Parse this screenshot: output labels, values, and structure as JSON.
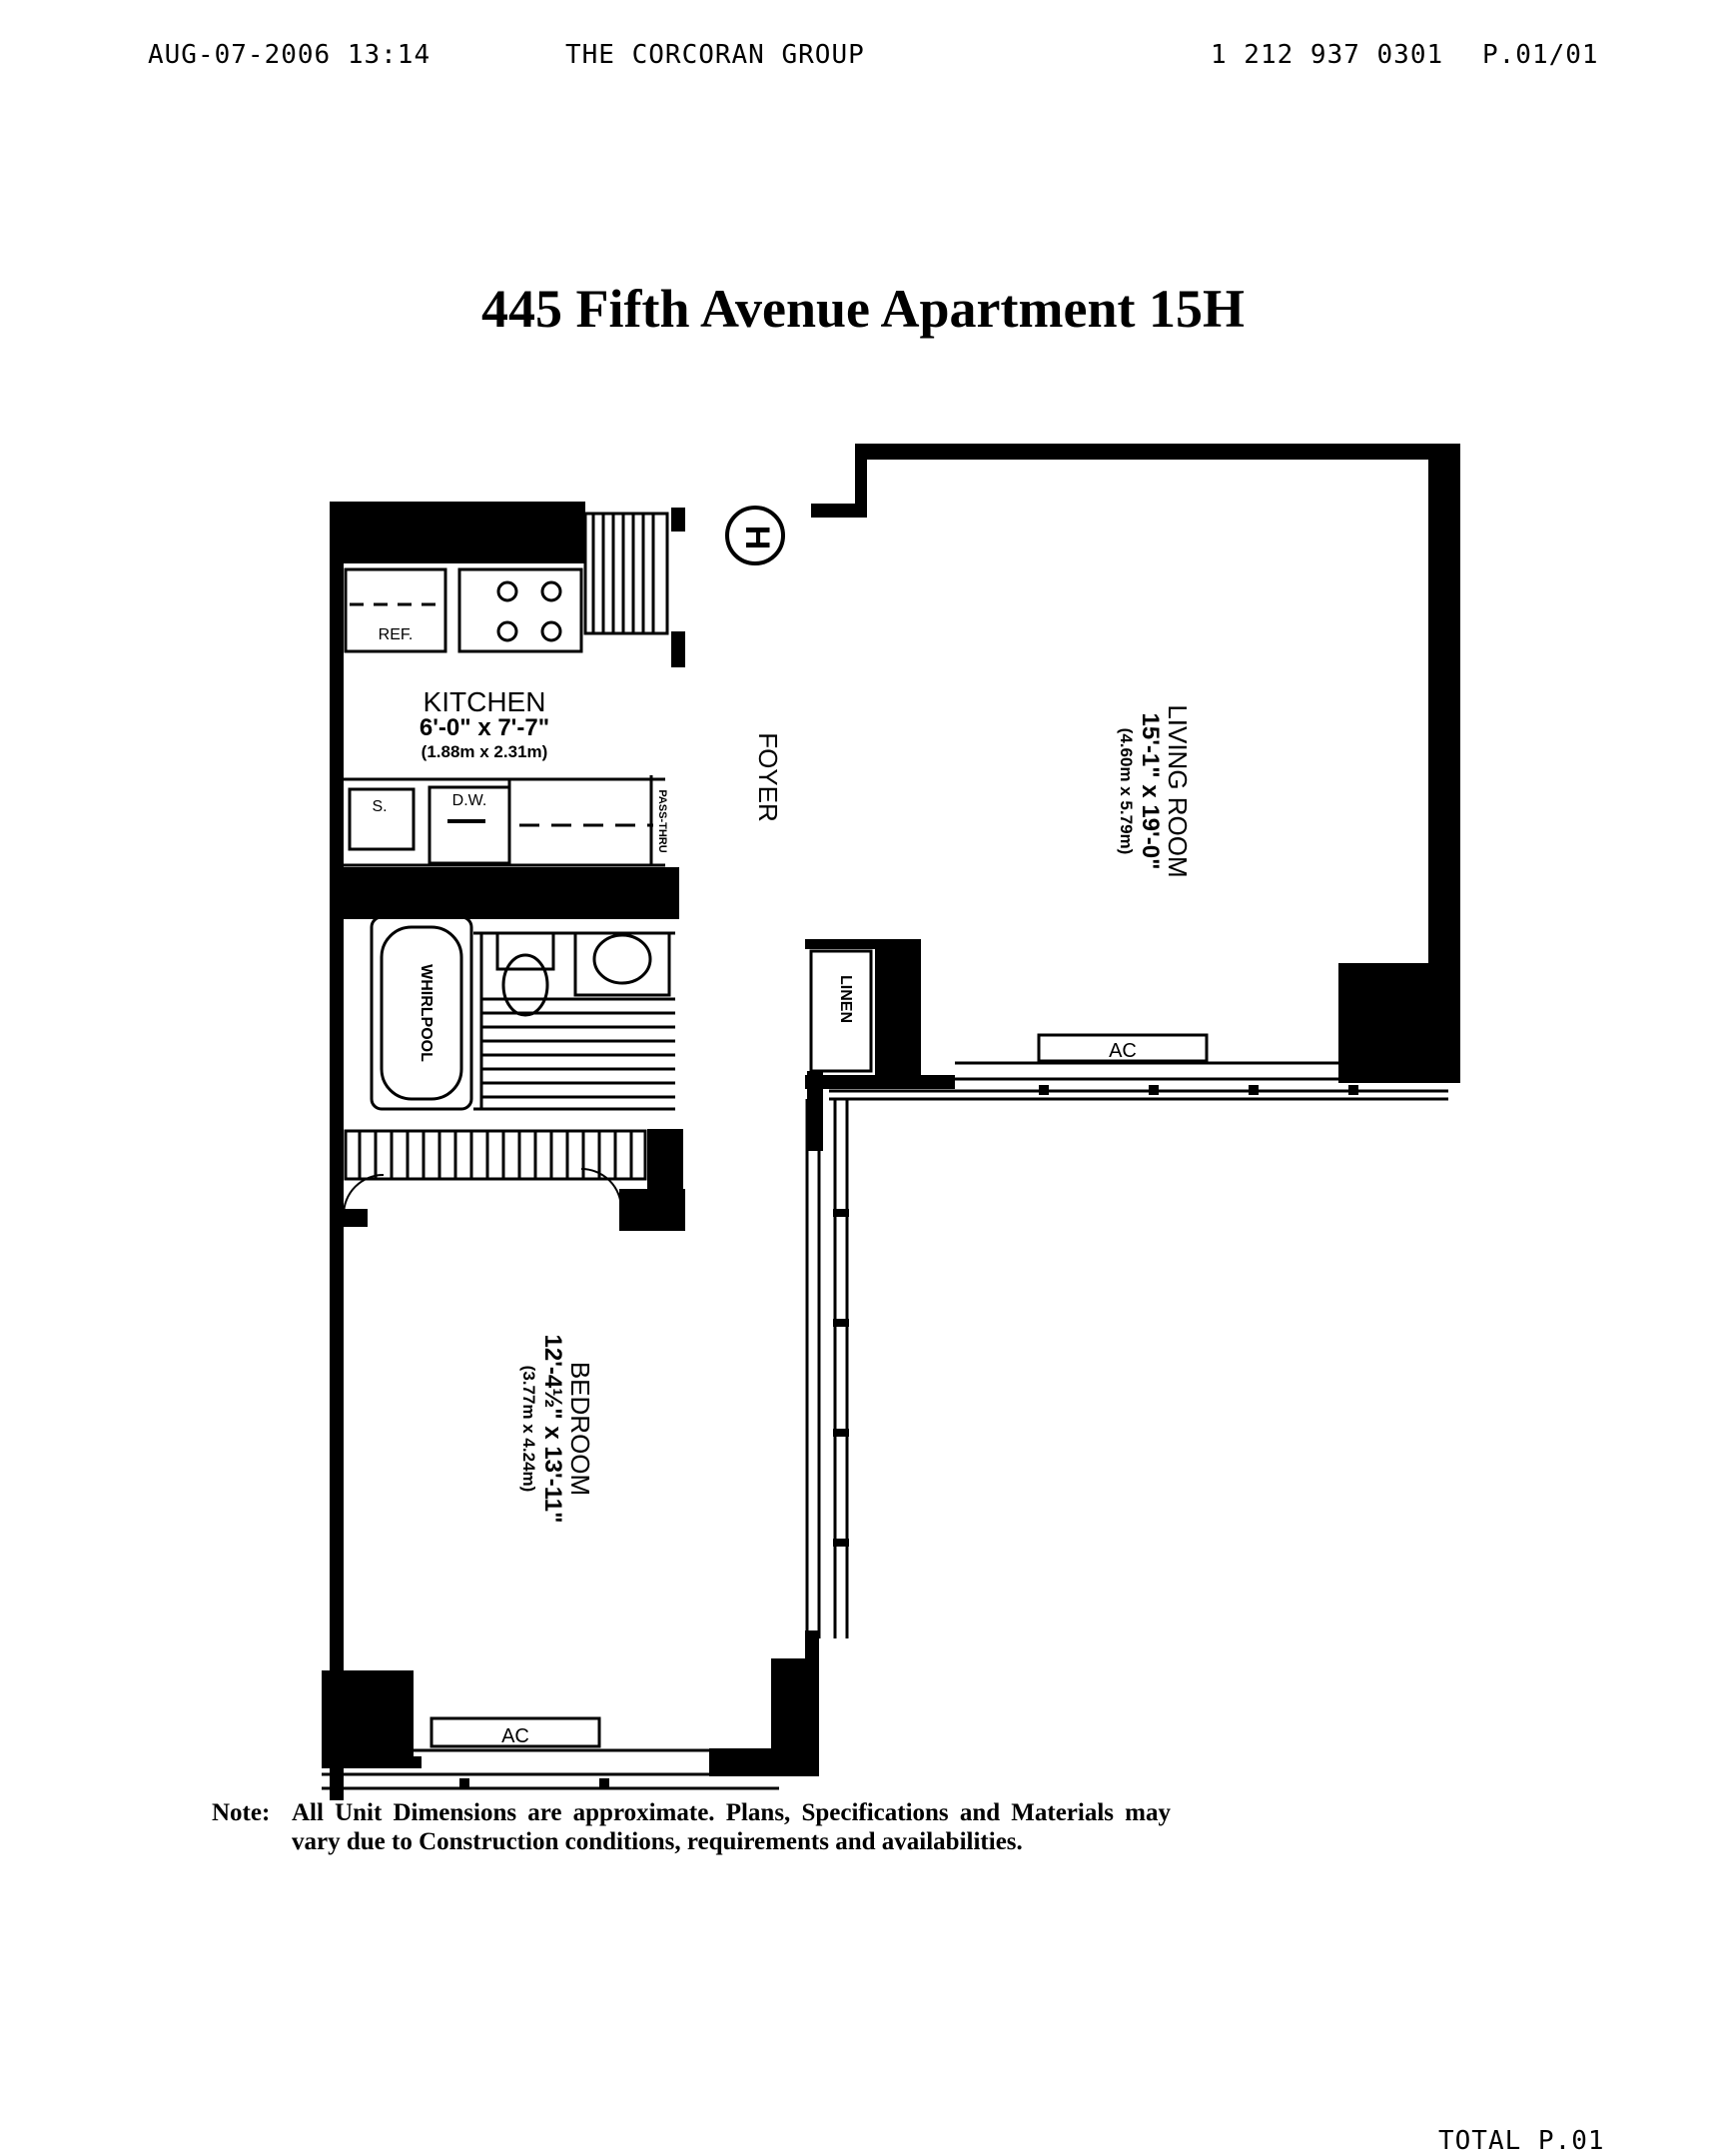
{
  "fax_header": {
    "datetime": "AUG-07-2006  13:14",
    "company": "THE CORCORAN GROUP",
    "phone": "1 212 937 0301",
    "page": "P.01/01"
  },
  "title": "445 Fifth Avenue Apartment 15H",
  "plan": {
    "unit_marker": "H",
    "kitchen": {
      "name": "KITCHEN",
      "dims": "6'-0\" x 7'-7\"",
      "metric": "(1.88m x 2.31m)"
    },
    "fixtures": {
      "ref": "REF.",
      "sink": "S.",
      "dishwasher": "D.W.",
      "pass_thru": "PASS-THRU",
      "whirlpool": "WHIRLPOOL",
      "linen": "LINEN",
      "ac": "AC"
    },
    "foyer": "FOYER",
    "living_room": {
      "name": "LIVING ROOM",
      "dims": "15'-1\" x 19'-0\"",
      "metric": "(4.60m x 5.79m)"
    },
    "bedroom": {
      "name": "BEDROOM",
      "dims": "12'-4½\" x 13'-11\"",
      "metric": "(3.77m x 4.24m)"
    }
  },
  "note": {
    "label": "Note:",
    "text": "All Unit Dimensions are approximate. Plans, Specifications and Materials may vary due to Construction conditions, requirements and availabilities."
  },
  "footer": {
    "total": "TOTAL P.01"
  }
}
